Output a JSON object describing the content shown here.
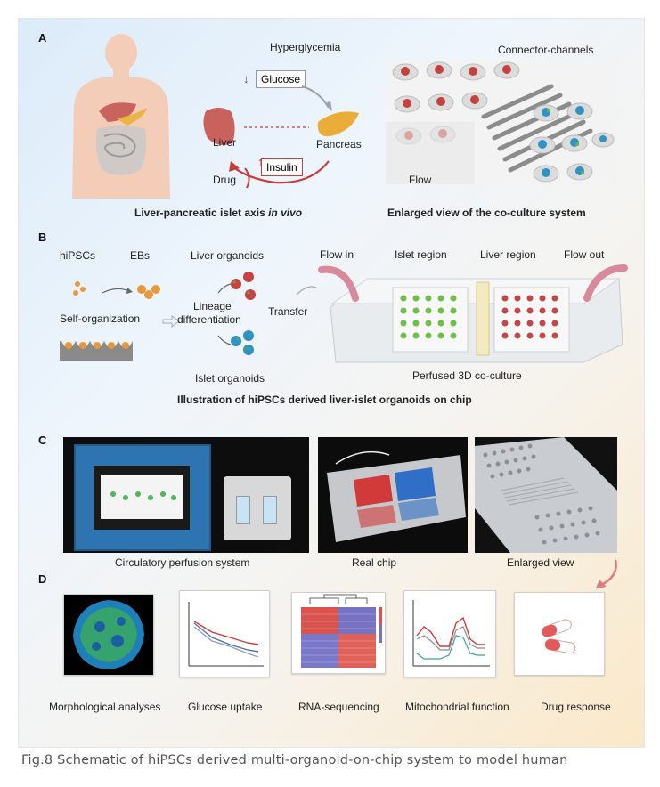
{
  "panel_a": {
    "letter": "A",
    "hyperglycemia": "Hyperglycemia",
    "glucose": "Glucose",
    "liver": "Liver",
    "pancreas": "Pancreas",
    "insulin": "Insulin",
    "drug": "Drug",
    "connector_channels": "Connector-channels",
    "flow": "Flow",
    "caption_left_pre": "Liver-pancreatic islet  axis ",
    "caption_left_em": "in vivo",
    "caption_right": "Enlarged  view of the co-culture system"
  },
  "panel_b": {
    "letter": "B",
    "hipscs": "hiPSCs",
    "ebs": "EBs",
    "self_organization": "Self-organization",
    "lineage": "Lineage",
    "differentiation": "differentiation",
    "liver_organoids": "Liver organoids",
    "islet_organoids": "Islet organoids",
    "transfer": "Transfer",
    "flow_in": "Flow in",
    "islet_region": "Islet region",
    "liver_region": "Liver region",
    "flow_out": "Flow out",
    "perfused": "Perfused 3D co-culture",
    "caption": "Illustration of hiPSCs derived liver-islet organoids on chip"
  },
  "panel_c": {
    "letter": "C",
    "label_1": "Circulatory perfusion system",
    "label_2": "Real chip",
    "label_3": "Enlarged view"
  },
  "panel_d": {
    "letter": "D",
    "label_1": "Morphological analyses",
    "label_2": "Glucose uptake",
    "label_3": "RNA-sequencing",
    "label_4": "Mitochondrial function",
    "label_5": "Drug response"
  },
  "figure_caption": "Fig.8 Schematic of hiPSCs derived multi-organoid-on-chip system to model human",
  "colors": {
    "liver": "#b44a4a",
    "pancreas": "#e6a62b",
    "islet": "#2a8bb8",
    "arrow_red": "#c93a3a",
    "arrow_grey": "#9aa3ad"
  }
}
